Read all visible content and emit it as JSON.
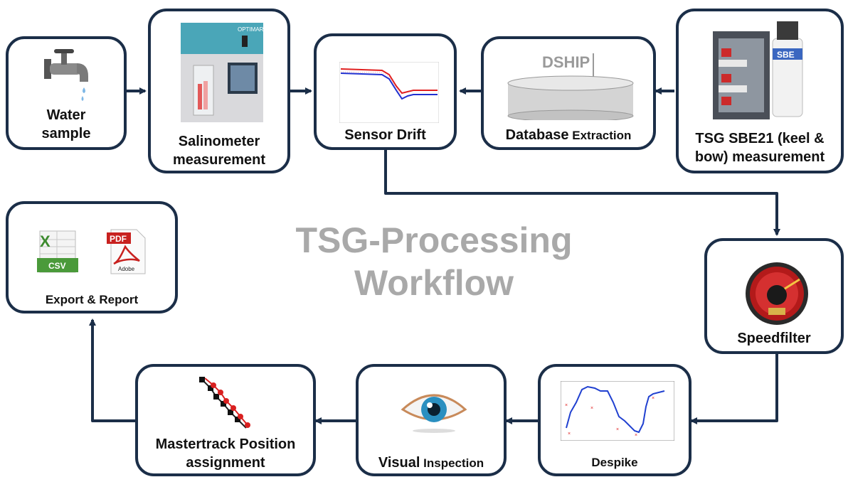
{
  "title": {
    "line1": "TSG-Processing",
    "line2": "Workflow"
  },
  "steps": {
    "water": {
      "line1": "Water",
      "line2": "sample"
    },
    "salinometer": {
      "line1": "Salinometer",
      "line2": "measurement",
      "brand": "OPTIMARE"
    },
    "drift": {
      "line1": "Sensor Drift"
    },
    "database": {
      "bold": "Database",
      "small": " Extraction",
      "logo": "DSHIP"
    },
    "tsg": {
      "line1": "TSG SBE21 (keel &",
      "line2": "bow) measurement",
      "logo": "SBE"
    },
    "speedfilter": {
      "line1": "Speedfilter"
    },
    "despike": {
      "line1": "Despike"
    },
    "visual": {
      "bold": "Visual",
      "small": " Inspection"
    },
    "mastertrack": {
      "line1": "Mastertrack Position",
      "line2": "assignment"
    },
    "export": {
      "line1": "Export & Report",
      "csv": "CSV",
      "pdf": "PDF",
      "adobe": "Adobe"
    }
  },
  "colors": {
    "box_border": "#1b2e48",
    "arrow": "#1b2e48",
    "title": "#a9a9a9"
  }
}
